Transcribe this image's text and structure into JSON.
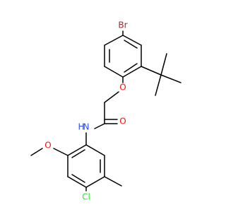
{
  "molecule": {
    "atoms": {
      "br": "Br",
      "o_ether": "O",
      "o_carbonyl": "O",
      "nh": "N",
      "h": "H",
      "o_methoxy": "O",
      "cl": "Cl"
    }
  },
  "colors": {
    "bond": "#000000",
    "br": "#a62929",
    "o": "#ff0d0d",
    "n": "#3050f8",
    "cl": "#1ff01f",
    "background": "#ffffff"
  }
}
